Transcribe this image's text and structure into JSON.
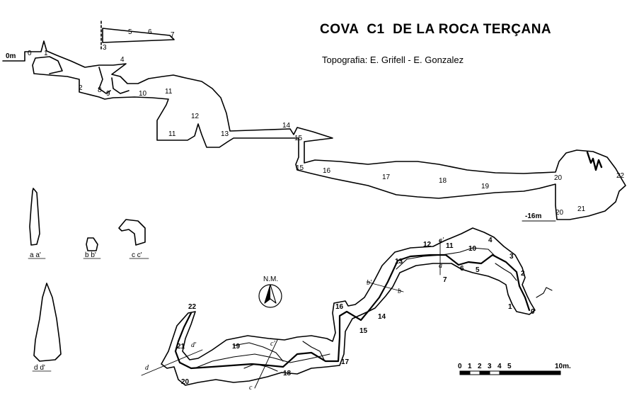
{
  "map": {
    "title": "COVA  C1  DE LA ROCA TERÇANA",
    "credits": "Topografia: E. Grifell - E. Gonzalez",
    "profile": {
      "depth_top": "0m",
      "depth_bottom": "-16m",
      "stations": [
        "0",
        "1",
        "2",
        "3",
        "4",
        "5",
        "6",
        "7",
        "8",
        "9",
        "10",
        "11",
        "11",
        "12",
        "13",
        "14",
        "15",
        "15",
        "16",
        "17",
        "18",
        "19",
        "20",
        "20",
        "21",
        "22"
      ]
    },
    "sections": {
      "a": "a a'",
      "b": "b b'",
      "c": "c c'",
      "d": "d d'"
    },
    "plan": {
      "north_label": "N.M.",
      "stations": [
        "0",
        "1",
        "2",
        "3",
        "4",
        "5",
        "6",
        "7",
        "10",
        "11",
        "12",
        "13",
        "14",
        "15",
        "16",
        "17",
        "18",
        "19",
        "20",
        "21",
        "22"
      ],
      "section_letters": [
        "a",
        "a'",
        "b",
        "b'",
        "c",
        "c'",
        "d",
        "d'"
      ]
    },
    "scale": {
      "ticks": [
        "0",
        "1",
        "2",
        "3",
        "4",
        "5"
      ],
      "end_label": "10m."
    }
  }
}
